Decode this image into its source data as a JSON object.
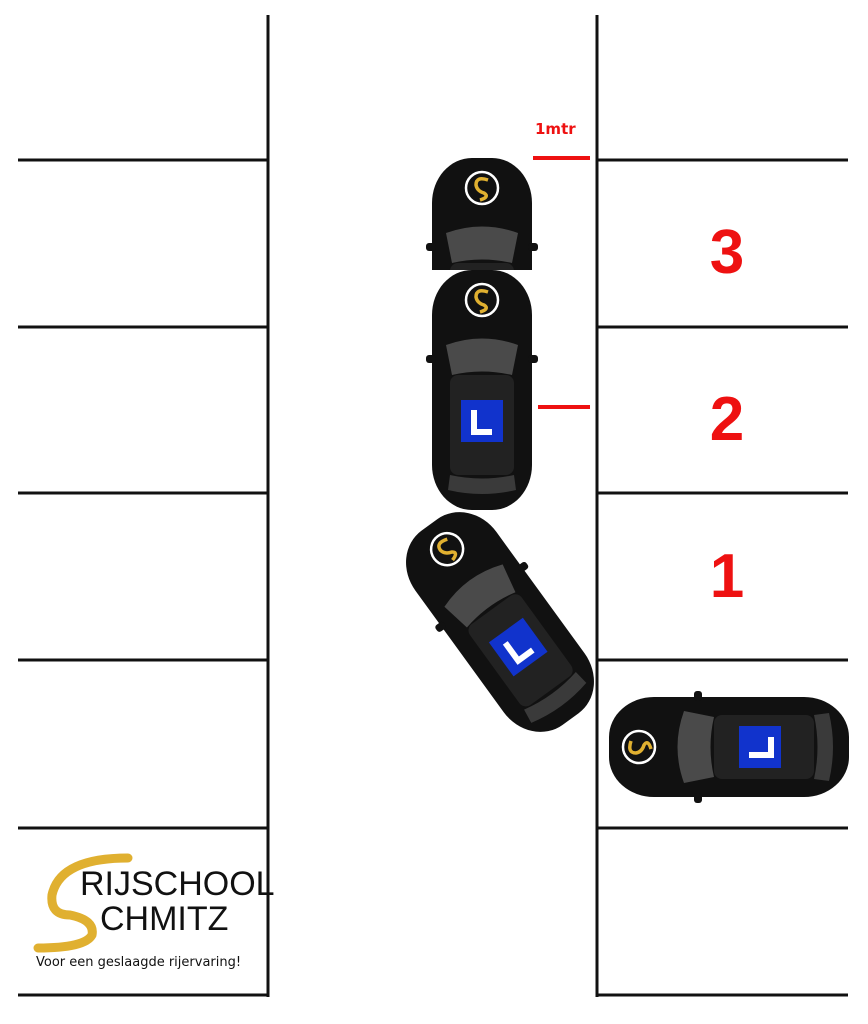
{
  "diagram": {
    "distance_label": "1mtr",
    "steps": [
      {
        "label": "3"
      },
      {
        "label": "2"
      },
      {
        "label": "1"
      }
    ],
    "learner_plate": "L",
    "logo": {
      "line1": "RIJSCHOOL",
      "line2": "CHMITZ",
      "tagline": "Voor een geslaagde rijervaring!"
    },
    "colors": {
      "accent": "#ee1111",
      "plate": "#1133cc",
      "car": "#111111",
      "logo_gold": "#e0b030"
    }
  }
}
